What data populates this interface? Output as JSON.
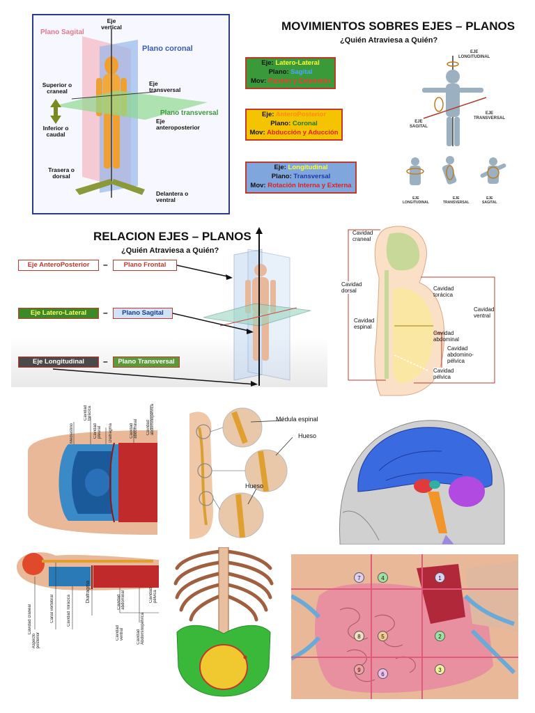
{
  "panel1": {
    "labels": {
      "plano_sagital": "Plano Sagital",
      "eje_vertical": "Eje\nvertical",
      "plano_coronal": "Plano coronal",
      "superior": "Superior o\ncraneal",
      "eje_transversal": "Eje\ntransversal",
      "plano_transversal": "Plano transversal",
      "inferior": "Inferior o\ncaudal",
      "eje_anteroposterior": "Eje\nanteroposterior",
      "trasera": "Trasera o\ndorsal",
      "delantera": "Delantera o\nventral"
    }
  },
  "panel2": {
    "title": "MOVIMIENTOS SOBRES EJES – PLANOS",
    "subtitle": "¿Quién Atraviesa a Quién?",
    "boxes": [
      {
        "eje_label": "Eje:",
        "eje_value": "Latero-Lateral",
        "plano_label": "Plano:",
        "plano_value": "Sagital",
        "mov_label": "Mov:",
        "mov_value": "Flexión y Extensión",
        "bg": "#3a9a3a",
        "eje_color": "#ffff33",
        "plano_color": "#4aa8ff",
        "mov_color": "#ff3333"
      },
      {
        "eje_label": "Eje:",
        "eje_value": "AnteroPosterior",
        "plano_label": "Plano:",
        "plano_value": "Coronal",
        "mov_label": "Mov:",
        "mov_value": "Abducción y Aducción",
        "bg": "#f5c400",
        "eje_color": "#ff8c1a",
        "plano_color": "#1a7a1a",
        "mov_color": "#e02020"
      },
      {
        "eje_label": "Eje:",
        "eje_value": "Longitudinal",
        "plano_label": "Plano:",
        "plano_value": "Transversal",
        "mov_label": "Mov:",
        "mov_value": "Rotación Interna y Externa",
        "bg": "#7fa6dd",
        "eje_color": "#ffff33",
        "plano_color": "#1a3aa8",
        "mov_color": "#e02020"
      }
    ],
    "figure_labels": {
      "longitudinal": "EJE\nLONGITUDINAL",
      "sagital": "EJE\nSAGITAL",
      "transversal": "EJE\nTRANSVERSAL",
      "bottom1": "EJE\nLONGITUDINAL",
      "bottom2": "EJE\nTRANSVERSAL",
      "bottom3": "EJE\nSAGITAL"
    }
  },
  "panel3": {
    "title": "RELACION EJES – PLANOS",
    "subtitle": "¿Quién Atraviesa a Quién?",
    "rows": [
      {
        "eje": "Eje AnteroPosterior",
        "dash": "–",
        "plano": "Plano Frontal",
        "eje_bg": "#ffffff",
        "eje_color": "#c0392b",
        "plano_bg": "#ffffff",
        "plano_color": "#c0392b"
      },
      {
        "eje": "Eje Latero-Lateral",
        "dash": "–",
        "plano": "Plano Sagital",
        "eje_bg": "#3a8a2a",
        "eje_color": "#ffff66",
        "plano_bg": "#cfe2f7",
        "plano_color": "#1a3a8a"
      },
      {
        "eje": "Eje Longitudinal",
        "dash": "–",
        "plano": "Plano Transversal",
        "eje_bg": "#4a4a4a",
        "eje_color": "#ffffff",
        "plano_bg": "#5a9a3a",
        "plano_color": "#ffffff"
      }
    ]
  },
  "panel4": {
    "labels": {
      "craneal": "Cavidad\ncraneal",
      "dorsal": "Cavidad\ndorsal",
      "toracica": "Cavidad\ntorácica",
      "ventral": "Cavidad\nventral",
      "espinal": "Cavidad\nespinal",
      "abdominal": "Cavidad\nabdominal",
      "abdominopelvica": "Cavidad\nabdomino-\npélvica",
      "pelvica": "Cavidad\npélvica"
    }
  },
  "panel5": {
    "labels": [
      "Mediastino",
      "Cavidad\ntorácica",
      "Cavidad\npleural",
      "Cavidad\nabdominal",
      "Diafragma",
      "Cavidad\nabdominopélvica"
    ]
  },
  "panel6": {
    "medula": "Médula espinal",
    "hueso1": "Hueso",
    "hueso2": "Hueso"
  },
  "panel8": {
    "labels": [
      "Cavidad craneal",
      "Canal vertebral",
      "Cavidad Torácica",
      "Diafragma",
      "Cavidad\nabdominal",
      "Cavidad\nAbdominopélvica",
      "Cavidad\npélvica",
      "Aspecto\nposterior",
      "Cavidad\nventral"
    ]
  },
  "panel10": {
    "regions": [
      "7",
      "4",
      "1",
      "8",
      "5",
      "2",
      "9",
      "6",
      "3"
    ]
  }
}
